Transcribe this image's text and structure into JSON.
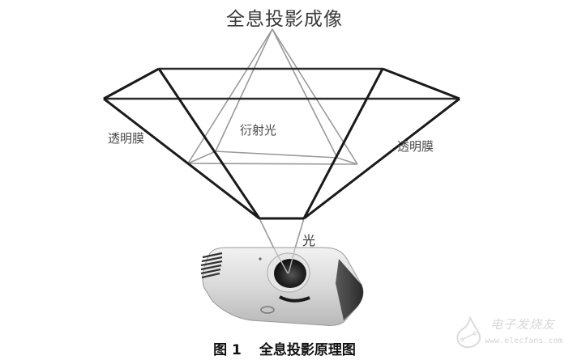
{
  "diagram": {
    "title": "全息投影成像",
    "labels": {
      "film_left": "透明膜",
      "film_right": "透明膜",
      "diffracted_light": "衍射光",
      "light": "光"
    },
    "caption": {
      "figure_number": "图 1",
      "text": "全息投影原理图"
    },
    "colors": {
      "film_edges": "#1a1a1a",
      "light_rays": "#9a9a9a",
      "background": "#ffffff"
    },
    "device": "projector"
  },
  "watermark": {
    "brand": "电子发烧友",
    "url": "www.elecfans.com"
  }
}
